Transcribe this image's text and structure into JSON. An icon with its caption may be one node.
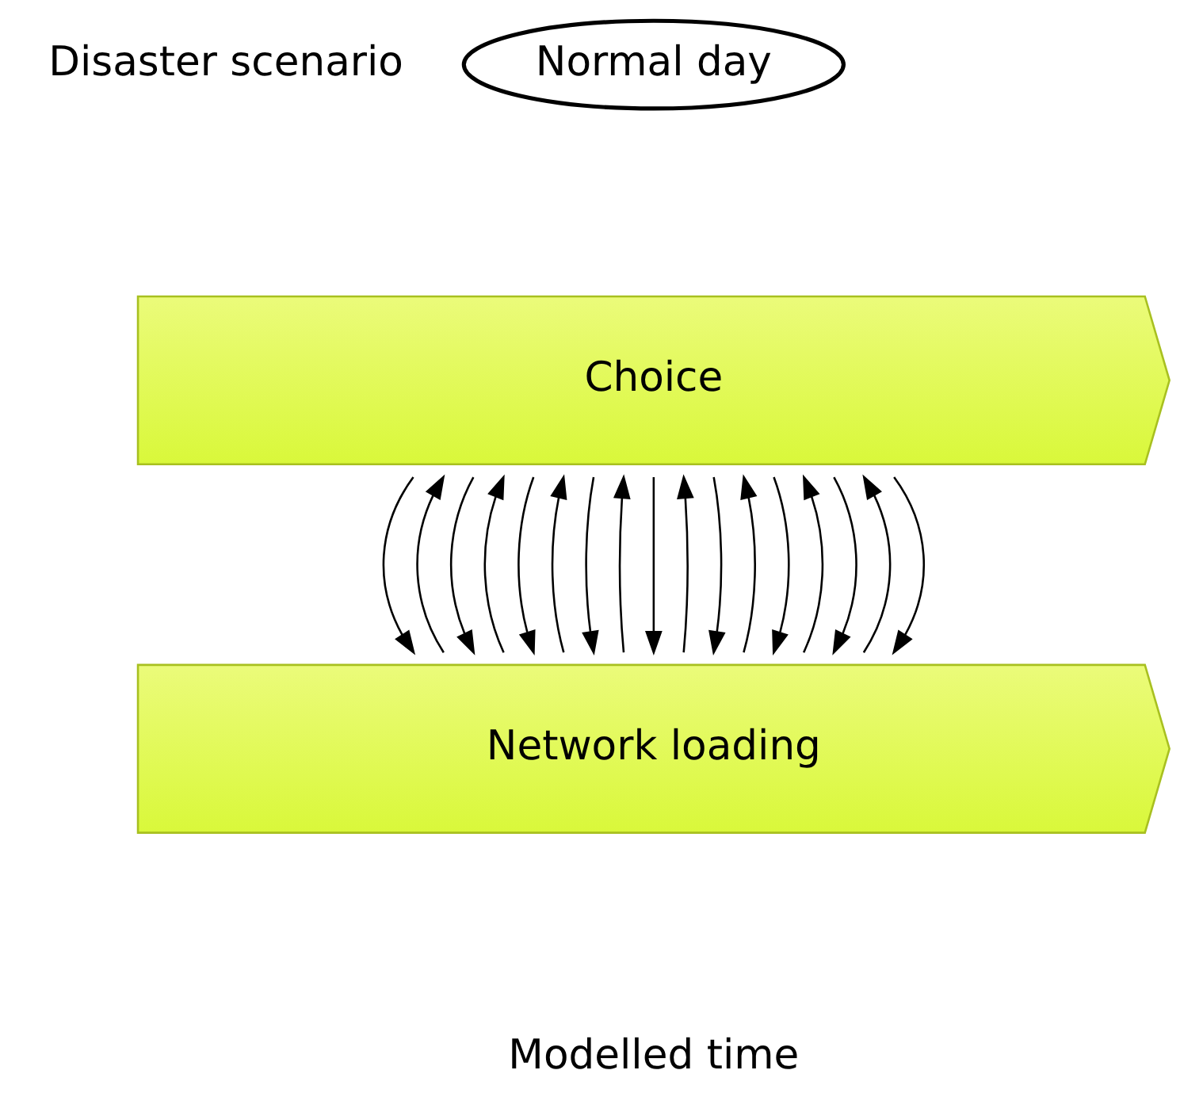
{
  "diagram": {
    "nodes": [
      {
        "text": [
          "Normal day"
        ]
      },
      {
        "text": [
          "Choice"
        ]
      },
      {
        "text": [
          "Network loading"
        ]
      }
    ],
    "edges": [
      {
        "from": 1,
        "to": 2,
        "arrow": "to"
      },
      {
        "from": 2,
        "to": 1,
        "arrow": "to"
      },
      {
        "from": 1,
        "to": 2,
        "arrow": "to"
      },
      {
        "from": 2,
        "to": 1,
        "arrow": "to"
      },
      {
        "from": 1,
        "to": 2,
        "arrow": "to"
      },
      {
        "from": 2,
        "to": 1,
        "arrow": "to"
      },
      {
        "from": 1,
        "to": 2,
        "arrow": "to"
      },
      {
        "from": 2,
        "to": 1,
        "arrow": "to"
      },
      {
        "from": 1,
        "to": 2,
        "arrow": "to"
      },
      {
        "from": 2,
        "to": 1,
        "arrow": "to"
      },
      {
        "from": 1,
        "to": 2,
        "arrow": "to"
      },
      {
        "from": 2,
        "to": 1,
        "arrow": "to"
      },
      {
        "from": 1,
        "to": 2,
        "arrow": "to"
      },
      {
        "from": 2,
        "to": 1,
        "arrow": "to"
      },
      {
        "from": 1,
        "to": 2,
        "arrow": "to"
      },
      {
        "from": 2,
        "to": 1,
        "arrow": "to"
      },
      {
        "from": 1,
        "to": 2,
        "arrow": "to"
      }
    ],
    "labels": [
      "Disaster scenario",
      "Modelled time"
    ]
  }
}
